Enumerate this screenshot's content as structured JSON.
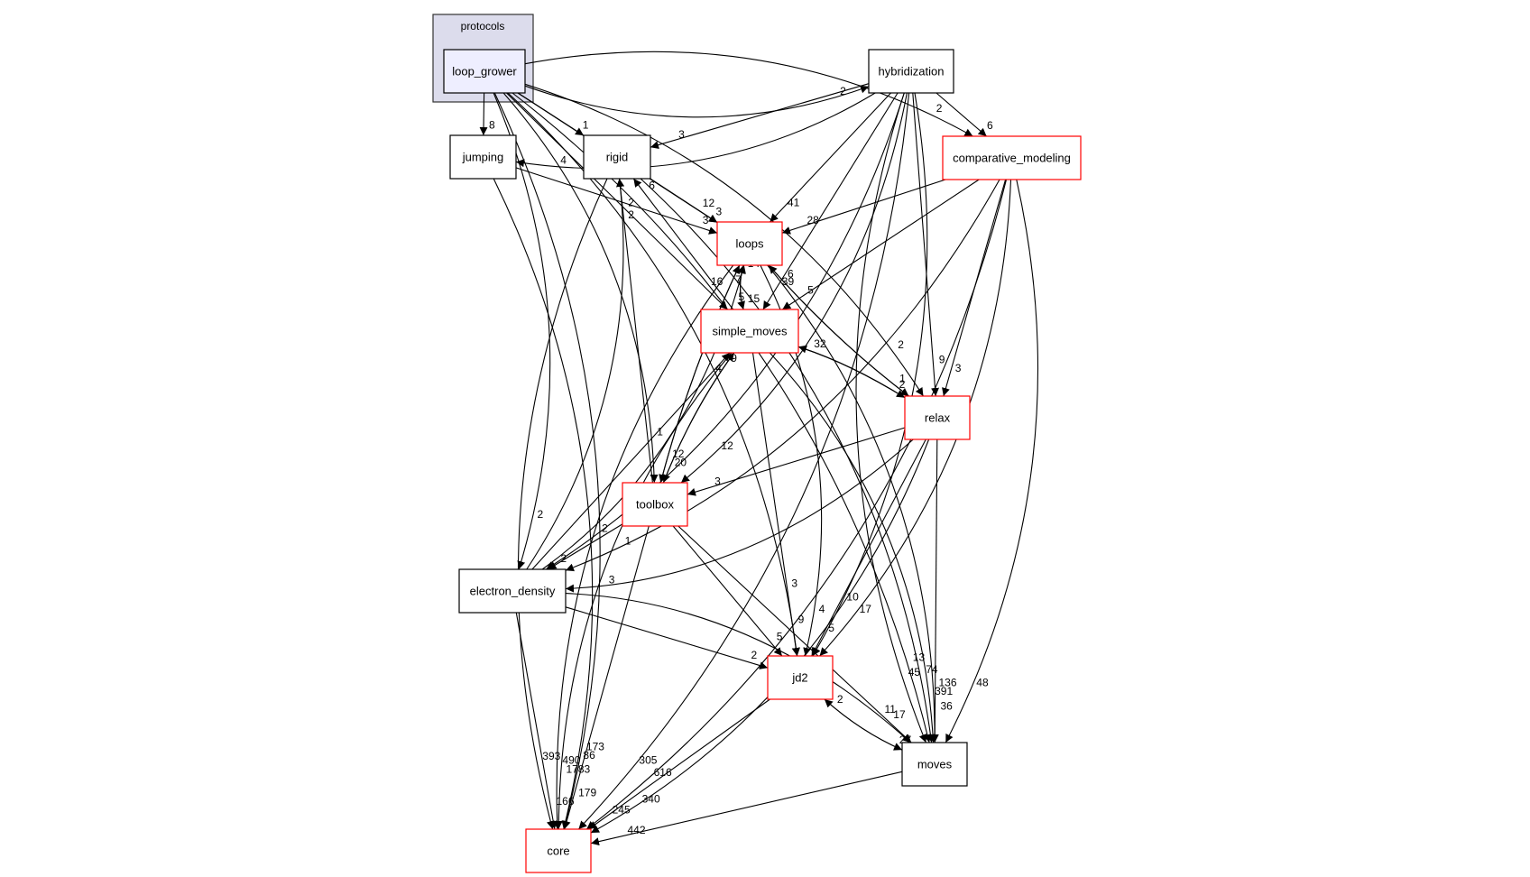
{
  "diagram": {
    "type": "directory-dependency-graph",
    "cluster": {
      "label": "protocols",
      "fill": "#dcdcec",
      "stroke": "#333333"
    },
    "colors": {
      "focus_fill": "#eeeeff",
      "node_stroke_default": "#000000",
      "node_stroke_incomplete": "#ff0000",
      "node_fill": "#ffffff",
      "edge": "#000000"
    },
    "nodes": [
      {
        "id": "loop_grower",
        "label": "loop_grower",
        "style": "focus"
      },
      {
        "id": "hybridization",
        "label": "hybridization",
        "style": "default"
      },
      {
        "id": "jumping",
        "label": "jumping",
        "style": "default"
      },
      {
        "id": "rigid",
        "label": "rigid",
        "style": "default"
      },
      {
        "id": "comparative_modeling",
        "label": "comparative_modeling",
        "style": "incomplete"
      },
      {
        "id": "loops",
        "label": "loops",
        "style": "incomplete"
      },
      {
        "id": "simple_moves",
        "label": "simple_moves",
        "style": "incomplete"
      },
      {
        "id": "relax",
        "label": "relax",
        "style": "incomplete"
      },
      {
        "id": "toolbox",
        "label": "toolbox",
        "style": "incomplete"
      },
      {
        "id": "electron_density",
        "label": "electron_density",
        "style": "default"
      },
      {
        "id": "jd2",
        "label": "jd2",
        "style": "incomplete"
      },
      {
        "id": "moves",
        "label": "moves",
        "style": "default"
      },
      {
        "id": "core",
        "label": "core",
        "style": "incomplete"
      }
    ],
    "edges": [
      {
        "from": "loop_grower",
        "to": "hybridization",
        "label": "2"
      },
      {
        "from": "loop_grower",
        "to": "jumping",
        "label": "8"
      },
      {
        "from": "loop_grower",
        "to": "rigid",
        "label": "1"
      },
      {
        "from": "loop_grower",
        "to": "comparative_modeling",
        "label": "2"
      },
      {
        "from": "loop_grower",
        "to": "loops",
        "label": "12"
      },
      {
        "from": "loop_grower",
        "to": "simple_moves",
        "label": "16"
      },
      {
        "from": "loop_grower",
        "to": "relax",
        "label": "2"
      },
      {
        "from": "loop_grower",
        "to": "toolbox",
        "label": "1"
      },
      {
        "from": "loop_grower",
        "to": "electron_density",
        "label": "2"
      },
      {
        "from": "loop_grower",
        "to": "jd2",
        "label": "3"
      },
      {
        "from": "loop_grower",
        "to": "moves",
        "label": "13"
      },
      {
        "from": "loop_grower",
        "to": "core",
        "label": "173"
      },
      {
        "from": "hybridization",
        "to": "jumping",
        "label": "4"
      },
      {
        "from": "hybridization",
        "to": "rigid",
        "label": "3"
      },
      {
        "from": "hybridization",
        "to": "comparative_modeling",
        "label": "6"
      },
      {
        "from": "hybridization",
        "to": "loops",
        "label": "41"
      },
      {
        "from": "hybridization",
        "to": "simple_moves",
        "label": "39"
      },
      {
        "from": "hybridization",
        "to": "relax",
        "label": "9"
      },
      {
        "from": "hybridization",
        "to": "toolbox",
        "label": "12"
      },
      {
        "from": "hybridization",
        "to": "electron_density",
        "label": "2"
      },
      {
        "from": "hybridization",
        "to": "jd2",
        "label": "10"
      },
      {
        "from": "hybridization",
        "to": "moves",
        "label": "45"
      },
      {
        "from": "hybridization",
        "to": "core",
        "label": "305"
      },
      {
        "from": "jumping",
        "to": "loops",
        "label": "3"
      },
      {
        "from": "jumping",
        "to": "core",
        "label": "86"
      },
      {
        "from": "rigid",
        "to": "loops",
        "label": "3"
      },
      {
        "from": "rigid",
        "to": "moves",
        "label": "74"
      },
      {
        "from": "rigid",
        "to": "core",
        "label": "393"
      },
      {
        "from": "comparative_modeling",
        "to": "loops",
        "label": "28"
      },
      {
        "from": "comparative_modeling",
        "to": "simple_moves",
        "label": "5"
      },
      {
        "from": "comparative_modeling",
        "to": "relax",
        "label": "3"
      },
      {
        "from": "comparative_modeling",
        "to": "electron_density",
        "label": "1"
      },
      {
        "from": "comparative_modeling",
        "to": "jd2",
        "label": "17"
      },
      {
        "from": "comparative_modeling",
        "to": "moves",
        "label": "48"
      },
      {
        "from": "comparative_modeling",
        "to": "core",
        "label": "616"
      },
      {
        "from": "loops",
        "to": "simple_moves",
        "label": "15"
      },
      {
        "from": "loops",
        "to": "relax",
        "label": "1"
      },
      {
        "from": "loops",
        "to": "toolbox",
        "label": "12"
      },
      {
        "from": "loops",
        "to": "jd2",
        "label": "4"
      },
      {
        "from": "loops",
        "to": "moves",
        "label": "136"
      },
      {
        "from": "loops",
        "to": "core",
        "label": "490"
      },
      {
        "from": "simple_moves",
        "to": "loops",
        "label": "14"
      },
      {
        "from": "simple_moves",
        "to": "rigid",
        "label": "6"
      },
      {
        "from": "simple_moves",
        "to": "relax",
        "label": "2"
      },
      {
        "from": "simple_moves",
        "to": "toolbox",
        "label": "20"
      },
      {
        "from": "simple_moves",
        "to": "jd2",
        "label": "9"
      },
      {
        "from": "simple_moves",
        "to": "moves",
        "label": "391"
      },
      {
        "from": "simple_moves",
        "to": "core",
        "label": "1783"
      },
      {
        "from": "relax",
        "to": "loops",
        "label": "6"
      },
      {
        "from": "relax",
        "to": "simple_moves",
        "label": "32"
      },
      {
        "from": "relax",
        "to": "toolbox",
        "label": "3"
      },
      {
        "from": "relax",
        "to": "electron_density",
        "label": "3"
      },
      {
        "from": "relax",
        "to": "jd2",
        "label": "5"
      },
      {
        "from": "relax",
        "to": "moves",
        "label": "36"
      },
      {
        "from": "relax",
        "to": "core",
        "label": "340"
      },
      {
        "from": "toolbox",
        "to": "loops",
        "label": "7"
      },
      {
        "from": "toolbox",
        "to": "simple_moves",
        "label": "9"
      },
      {
        "from": "toolbox",
        "to": "rigid",
        "label": "2"
      },
      {
        "from": "toolbox",
        "to": "electron_density",
        "label": "2"
      },
      {
        "from": "toolbox",
        "to": "jd2",
        "label": "5"
      },
      {
        "from": "toolbox",
        "to": "moves",
        "label": "17"
      },
      {
        "from": "toolbox",
        "to": "core",
        "label": "179"
      },
      {
        "from": "electron_density",
        "to": "loops",
        "label": "5"
      },
      {
        "from": "electron_density",
        "to": "simple_moves",
        "label": "4"
      },
      {
        "from": "electron_density",
        "to": "rigid",
        "label": "2"
      },
      {
        "from": "electron_density",
        "to": "jd2",
        "label": "2"
      },
      {
        "from": "electron_density",
        "to": "moves",
        "label": "11"
      },
      {
        "from": "electron_density",
        "to": "core",
        "label": "166"
      },
      {
        "from": "jd2",
        "to": "moves",
        "label": "27"
      },
      {
        "from": "jd2",
        "to": "core",
        "label": "245"
      },
      {
        "from": "moves",
        "to": "jd2",
        "label": "2"
      },
      {
        "from": "moves",
        "to": "core",
        "label": "442"
      }
    ]
  }
}
